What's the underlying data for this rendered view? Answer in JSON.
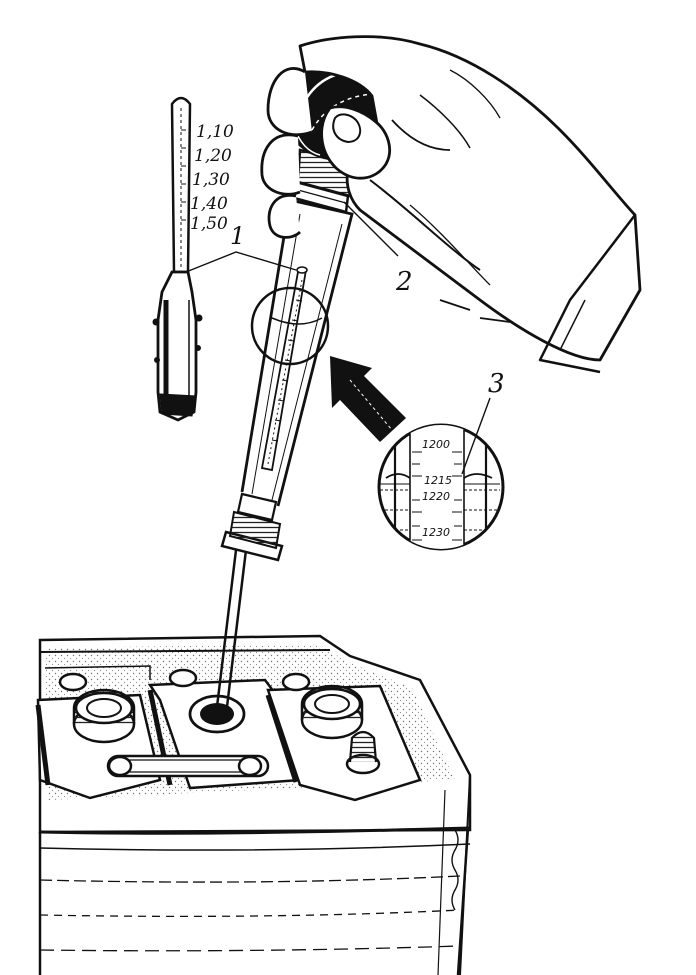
{
  "hydrometer_scale": [
    "1,10",
    "1,20",
    "1,30",
    "1,40",
    "1,50"
  ],
  "callouts": {
    "one": "1",
    "two": "2",
    "three": "3"
  },
  "magnifier_scale": [
    "1200",
    "1215",
    "1220",
    "1230"
  ],
  "colors": {
    "ink": "#111111",
    "paper": "#ffffff"
  }
}
